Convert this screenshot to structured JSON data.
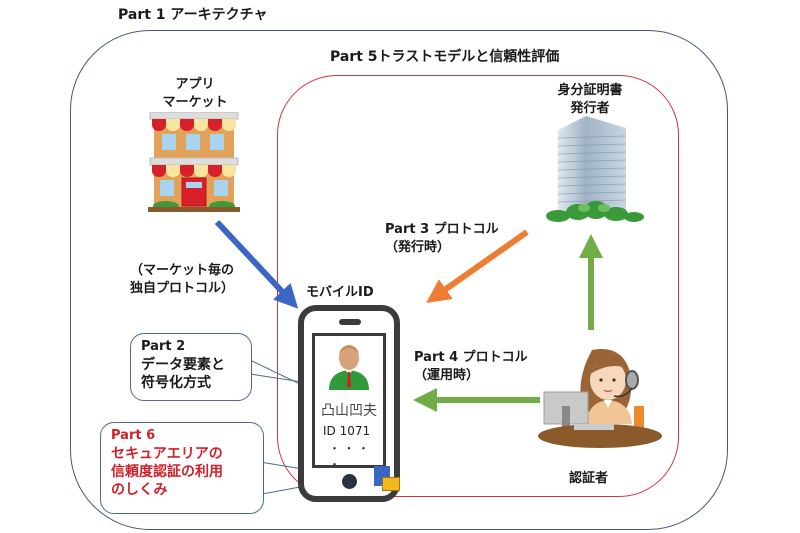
{
  "regions": {
    "part1": "Part 1 アーキテクチャ",
    "part5": "Part 5トラストモデルと信頼性評価"
  },
  "nodes": {
    "app_market": {
      "line1": "アプリ",
      "line2": "マーケット"
    },
    "issuer": {
      "line1": "身分証明書",
      "line2": "発行者"
    },
    "mobile_id": {
      "title": "モバイルID",
      "name": "凸山凹夫",
      "id": "ID 1071",
      "more": "・ ・ ・ ・"
    },
    "verifier": {
      "label": "認証者"
    }
  },
  "edges": {
    "market_protocol": {
      "line1": "（マーケット毎の",
      "line2": "独自プロトコル）",
      "color": "#3a66c4"
    },
    "part3": {
      "line1": "Part 3 プロトコル",
      "line2": "（発行時）",
      "color": "#ed7d31"
    },
    "part4": {
      "line1": "Part 4 プロトコル",
      "line2": "（運用時）",
      "color": "#70ad47"
    },
    "verifier_to_issuer": {
      "color": "#70ad47"
    }
  },
  "callouts": {
    "part2": {
      "line1": "Part 2",
      "line2": "データ要素と",
      "line3": "符号化方式"
    },
    "part6": {
      "line1": "Part 6",
      "line2": "セキュアエリアの",
      "line3": "信頼度認証の利用",
      "line4": "のしくみ",
      "color": "#d0202a"
    }
  }
}
